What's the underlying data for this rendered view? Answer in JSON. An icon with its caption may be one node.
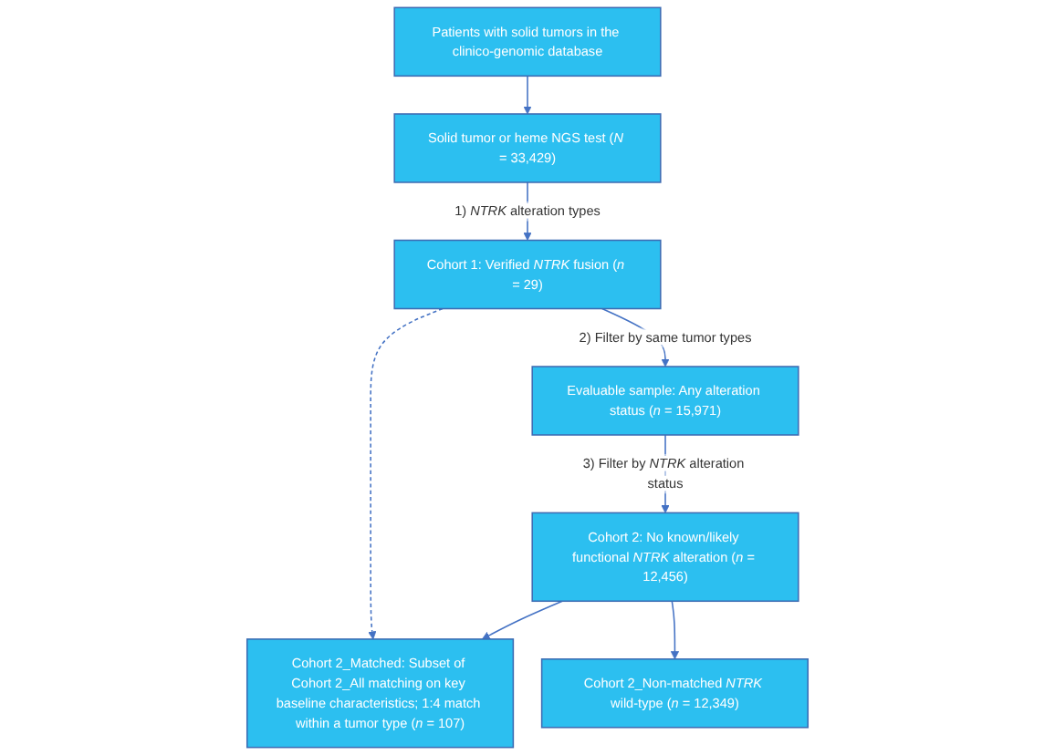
{
  "diagram": {
    "nodes": [
      {
        "text": [
          "Patients with solid tumors in the clinico-genomic database"
        ]
      },
      {
        "text": [
          "Solid tumor or heme NGS test (*N* = 33,429)"
        ]
      },
      {
        "text": [
          "Cohort 1: Verified *NTRK* fusion (*n* = 29)"
        ]
      },
      {
        "text": [
          "Evaluable sample: Any alteration status (*n* = 15,971)"
        ]
      },
      {
        "text": [
          "Cohort 2: No known/likely functional *NTRK* alteration (*n* = 12,456)"
        ]
      },
      {
        "text": [
          "Cohort 2_Matched: Subset of Cohort 2_All matching on key baseline characteristics; 1:4 match within a tumor type (*n* = 107)"
        ]
      },
      {
        "text": [
          "Cohort 2_Non-matched *NTRK* wild-type (*n* = 12,349)"
        ]
      }
    ],
    "edges": [
      {
        "from": 0,
        "to": 1,
        "arrow": "to"
      },
      {
        "from": 1,
        "to": 2,
        "arrow": "to",
        "label": "1) *NTRK* alteration types"
      },
      {
        "from": 2,
        "to": 3,
        "arrow": "to",
        "label": "2) Filter by same tumor types"
      },
      {
        "from": 3,
        "to": 4,
        "arrow": "to",
        "label": "3) Filter by *NTRK* alteration status"
      },
      {
        "from": 4,
        "to": 5,
        "arrow": "to"
      },
      {
        "from": 4,
        "to": 6,
        "arrow": "to"
      },
      {
        "from": 2,
        "to": 5,
        "arrow": "to",
        "style": "dashed"
      }
    ]
  }
}
